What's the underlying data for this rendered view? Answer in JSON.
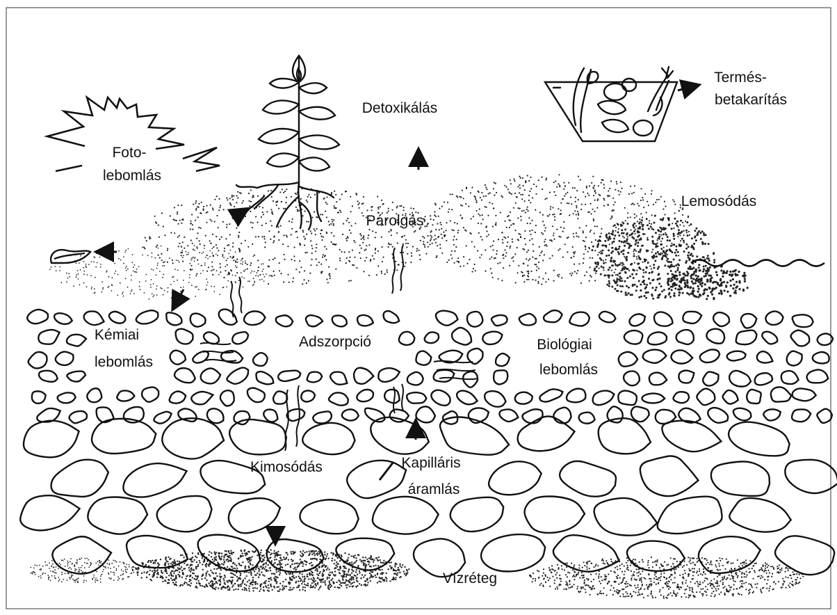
{
  "labels": {
    "fotolebomlas_1": "Foto-",
    "fotolebomlas_2": "lebomlás",
    "detoxikalas": "Detoxikálás",
    "termes_1": "Termés-",
    "termes_2": "betakarítás",
    "lemosodas": "Lemosódás",
    "parolgas": "Párolgás",
    "kemiai_1": "Kémiai",
    "kemiai_2": "lebomlás",
    "adszorpcio": "Adszorpció",
    "biologiai_1": "Biológiai",
    "biologiai_2": "lebomlás",
    "kimosodas": "Kimosódás",
    "kapillaris_1": "Kapilláris",
    "kapillaris_2": "áramlás",
    "vizreteg": "Vízréteg"
  },
  "colors": {
    "ink": "#111111",
    "paper": "#ffffff"
  },
  "icons": [
    "sun-icon",
    "plant-icon",
    "harvest-basket-icon",
    "water-wave-icon",
    "arrow-icon"
  ]
}
